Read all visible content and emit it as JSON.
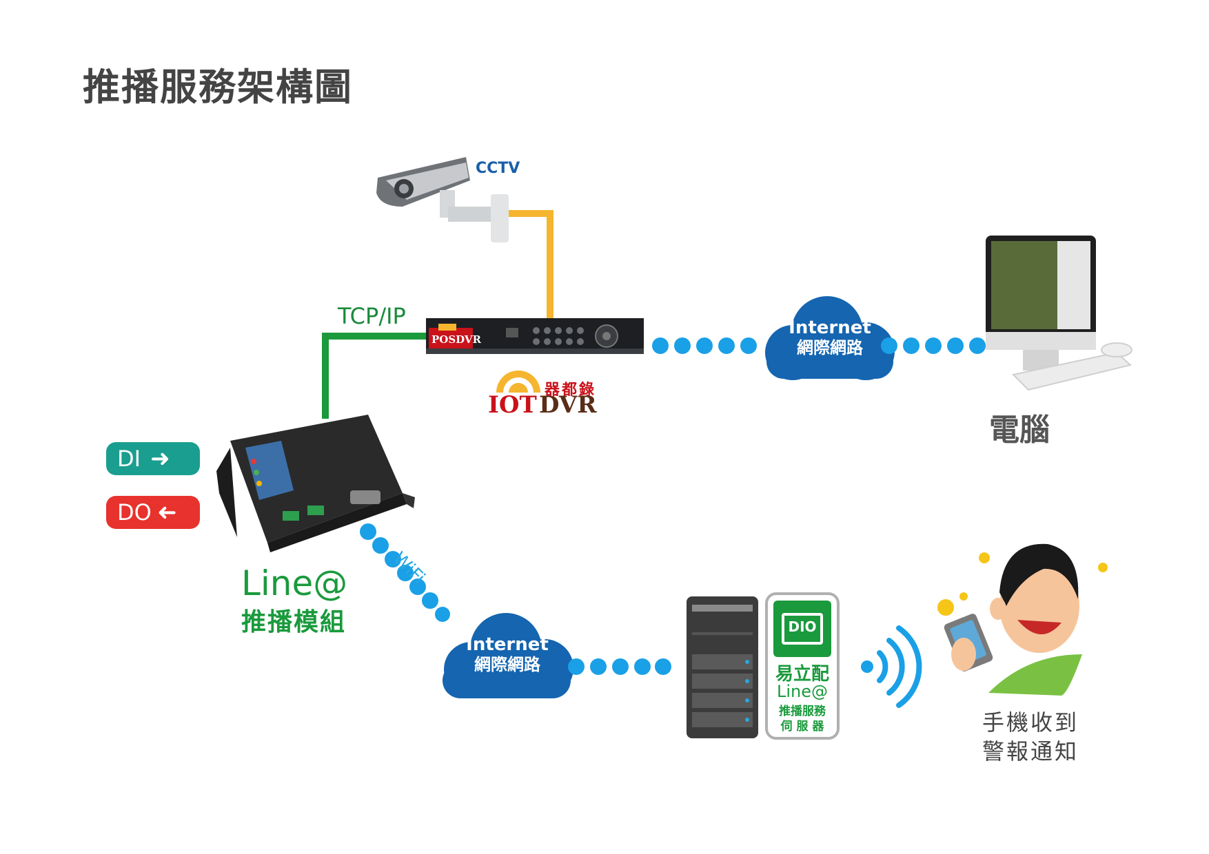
{
  "title": "推播服務架構圖",
  "cctv": {
    "label": "CCTV"
  },
  "connection": {
    "tcp_label": "TCP/IP",
    "wifi_label": "WiFi"
  },
  "dvr": {
    "brand_pos": "POSDVR",
    "logo_cn": "器都錄",
    "logo_en_iot": "IOT",
    "logo_en_dvr": "DVR"
  },
  "cloud_top": {
    "line1": "Internet",
    "line2": "網際網路"
  },
  "cloud_bottom": {
    "line1": "Internet",
    "line2": "網際網路"
  },
  "computer": {
    "label": "電腦"
  },
  "io": {
    "di_label": "DI",
    "do_label": "DO"
  },
  "module": {
    "title": "Line@",
    "subtitle": "推播模組"
  },
  "server": {
    "icon_text": "DIO",
    "line1": "易立配",
    "line2": "Line@",
    "line3": "推播服務",
    "line4": "伺 服 器"
  },
  "phone": {
    "line1": "手機收到",
    "line2": "警報通知"
  },
  "colors": {
    "green": "#1a9a3c",
    "blue_cloud": "#1565b0",
    "dot_blue": "#1aa0e6",
    "orange": "#f5b52e",
    "di_teal": "#1a9e8f",
    "do_red": "#e8322d"
  }
}
